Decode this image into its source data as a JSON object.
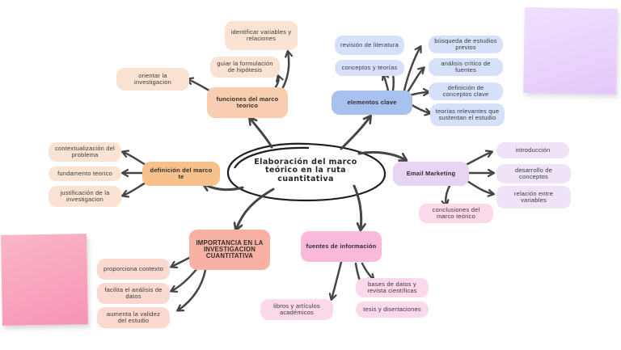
{
  "center": {
    "lines": [
      "Elaboración del marco",
      "teórico en la ruta",
      "cuantitativa"
    ]
  },
  "hubs": {
    "funciones": "funciones del marco teorico",
    "elementos": "elementos clave",
    "definicion": "definición del marco te",
    "email": "Email Marketing",
    "importancia": "IMPORTANCIA EN LA INVESTIGACION CUANTITATIVA",
    "fuentes": "fuentes de información"
  },
  "nodes": {
    "identificar": "identificar variables y relaciones",
    "guiar": "guiar la formulación de hipótesis",
    "orientar": "orientar la investigacion",
    "revision": "revisión de literatura",
    "conceptos_teorias": "conceptos y teorías",
    "busqueda": "búsqueda de estudios previos",
    "analisis": "análisis crítico de fuentes",
    "definicion_conceptos": "definición de conceptos clave",
    "teorias": "teorías relevantes que sustentan el estudio",
    "contextualizacion": "contextualización del problema",
    "fundamento": "fundamento teorico",
    "justificacion": "justificación de la investigacion",
    "introduccion": "introducción",
    "desarrollo": "desarrollo de conceptos",
    "relacion": "relación entre variables",
    "conclusiones": "conclusiones del marco teórico",
    "proporciona": "proporciona contexto",
    "facilita": "facilita el análisis de datos",
    "aumenta": "aumenta la validez del estudio",
    "bases": "bases de datos y revista científicas",
    "tesis": "tesis y disertaciones",
    "libros": "libros y artículos académicos"
  },
  "colors": {
    "arrow": "#454545",
    "peach": "#fbe3d3",
    "blue": "#d6e1f9",
    "lavender": "#eee3f7",
    "pink": "#fbd9ea",
    "salmon": "#fbd9d1"
  }
}
